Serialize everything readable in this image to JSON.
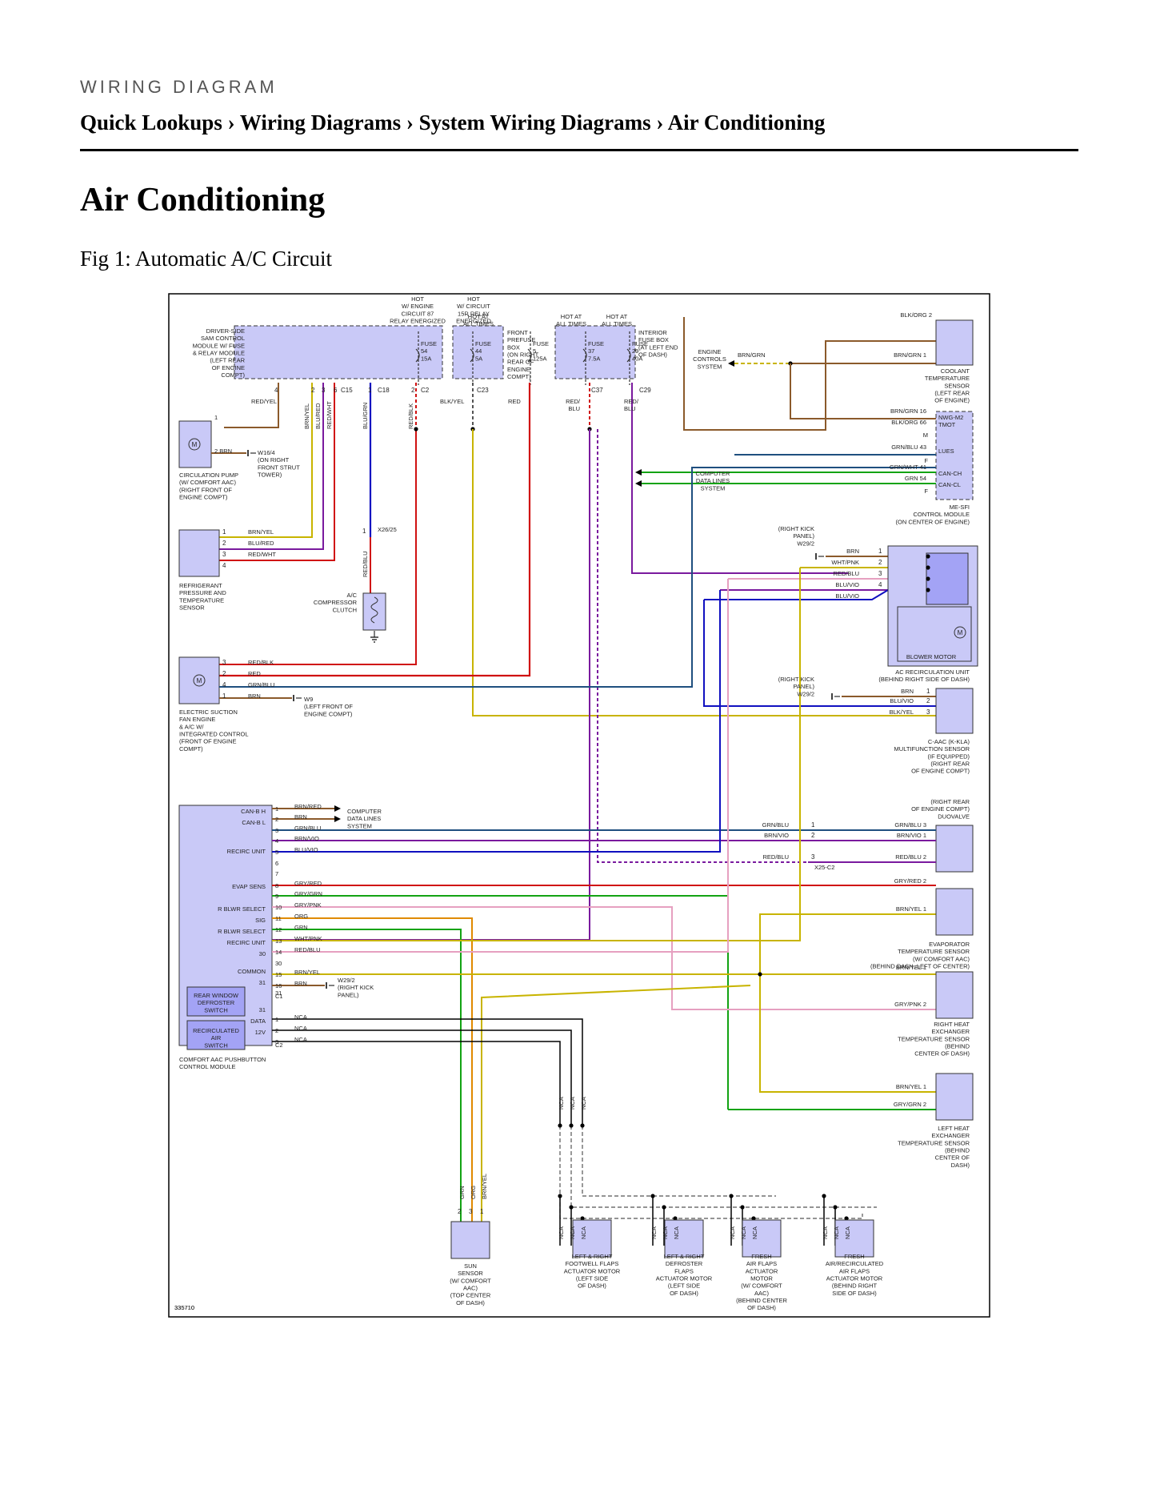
{
  "header": {
    "kicker": "WIRING DIAGRAM",
    "breadcrumb": "Quick Lookups › Wiring Diagrams › System Wiring Diagrams › Air Conditioning"
  },
  "page_title": "Air Conditioning",
  "figure_caption": "Fig 1: Automatic A/C Circuit",
  "diagram": {
    "figure_number": "335710",
    "colors": {
      "module_fill": "#c9c9f7",
      "module_dark": "#a3a3f5",
      "brown": "#8b5a2b",
      "yellow": "#c8b400",
      "red": "#d01010",
      "blue": "#1010c0",
      "violet": "#7a1a9e",
      "green": "#13a313",
      "navy": "#1f4f7f",
      "orange": "#e08a00",
      "pink": "#e6a0c0"
    },
    "labels": {
      "hot1": "HOT\nW/ ENGINE\nCIRCUIT 87\nRELAY ENERGIZED",
      "hot2": "HOT\nW/ CIRCUIT\n15R RELAY\nENERGIZED",
      "hot3": "HOT AT\nALL TIMES",
      "hot4": "HOT AT\nALL TIMES",
      "hot5": "HOT AT\nALL TIMES",
      "sam": "DRIVER-SIDE\nSAM CONTROL\nMODULE W/ FUSE\n& RELAY MODULE\n(LEFT REAR\nOF ENGINE\nCOMPT)",
      "fuse54": "FUSE\n54\n15A",
      "fuse44": "FUSE\n44\n5A",
      "fuse5": "FUSE\n5\n125A",
      "prefuse": "FRONT\nPREFUSE\nBOX\n(ON RIGHT\nREAR OF\nENGINE\nCOMPT)",
      "fuse37": "FUSE\n37\n7.5A",
      "fuse29": "FUSE\n29\n40A",
      "intfuse": "INTERIOR\nFUSE BOX\n(AT LEFT END\nOF DASH)",
      "blkorg2": "BLK/ORG  2",
      "engctl": "ENGINE\nCONTROLS\nSYSTEM",
      "brngrn_a": "BRN/GRN",
      "brngrn_b": "BRN/GRN  1",
      "coolant": "COOLANT\nTEMPERATURE\nSENSOR\n(LEFT REAR\nOF ENGINE)",
      "pin4": "4",
      "pin2": "2",
      "pin3": "3",
      "pin6": "6",
      "c15": "C15",
      "c18": "C18",
      "c2a": "C2",
      "c23": "C23",
      "c37": "C37",
      "c29": "C29",
      "pin1": "1",
      "pin2b": "2",
      "redyel": "RED/YEL",
      "brnyel_v": "BRN/YEL",
      "blured_v": "BLU/RED",
      "redwht_v": "RED/WHT",
      "blugrn_v": "BLU/GRN",
      "redblk_v": "RED/BLK",
      "blkyel": "BLK/YEL",
      "red": "RED",
      "redblu": "RED/\nBLU",
      "redblu2": "RED/\nBLU",
      "brngrn16": "BRN/GRN  16",
      "blkorg66": "BLK/ORG  66",
      "nwg": "NWG-M2\nTMOT",
      "m": "M",
      "grnblu43": "GRN/BLU  43",
      "lues": "LUES",
      "f1": "F",
      "compdata": "COMPUTER\nDATA LINES\nSYSTEM",
      "grnwht41": "GRN/WHT  41",
      "grn54": "GRN  54",
      "canch": "CAN-CH",
      "cancl": "CAN-CL",
      "f2": "F",
      "mesfi": "ME-SFI\nCONTROL MODULE\n(ON CENTER OF ENGINE)",
      "circ1": "1",
      "circ2": "2  BRN",
      "w164": "W16/4\n(ON RIGHT\nFRONT STRUT\nTOWER)",
      "circpump": "CIRCULATION PUMP\n(W/ COMFORT AAC)\n(RIGHT FRONT OF\nENGINE COMPT)",
      "rp1": "1",
      "rp2": "2",
      "rp3": "3",
      "rp4": "4",
      "rp_brnyel": "BRN/YEL",
      "rp_blured": "BLU/RED",
      "rp_redwht": "RED/WHT",
      "refsensor": "REFRIGERANT\nPRESSURE AND\nTEMPERATURE\nSENSOR",
      "x26": "X26/25",
      "x26pin": "1",
      "redblu_v": "RED/BLU",
      "compclutch": "A/C\nCOMPRESSOR\nCLUTCH",
      "rightkick1": "(RIGHT KICK\nPANEL)\nW29/2",
      "bw_brn": "BRN",
      "bw_whtpnk": "WHT/PNK",
      "bw_redblu": "RED/BLU",
      "bw_bluvio": "BLU/VIO",
      "bw_bluvio2": "BLU/VIO",
      "bw1": "1",
      "bw2": "2",
      "bw3": "3",
      "bw4": "4",
      "blower": "BLOWER MOTOR",
      "acrecirc": "AC RECIRCULATION UNIT\n(BEHIND RIGHT SIDE OF DASH)",
      "ef3": "3",
      "ef2": "2",
      "ef4": "4",
      "ef1": "1",
      "ef_redblk": "RED/BLK",
      "ef_red": "RED",
      "ef_grnblu": "GRN/BLU",
      "ef_brn": "BRN",
      "w9": "W9\n(LEFT FRONT OF\nENGINE COMPT)",
      "efan": "ELECTRIC SUCTION\nFAN ENGINE\n& A/C W/\nINTEGRATED CONTROL\n(FRONT OF ENGINE\nCOMPT)",
      "rightkick2": "(RIGHT KICK\nPANEL)\nW29/2",
      "cc_brn": "BRN",
      "cc_bluvio": "BLU/VIO",
      "cc_blkyel": "BLK/YEL",
      "cc1": "1",
      "cc2": "2",
      "cc3": "3",
      "caac": "C-AAC (K-KLA)\nMULTIFUNCTION SENSOR\n(IF EQUIPPED)\n(RIGHT REAR\nOF ENGINE COMPT)",
      "duovalve": "(RIGHT REAR\nOF ENGINE COMPT)\nDUOVALVE",
      "cm_canbh": "CAN-B H",
      "cm_canbl": "CAN-B L",
      "cm_recirc": "RECIRC UNIT",
      "cm_evap": "EVAP SENS",
      "cm_rblwr": "R BLWR SELECT",
      "cm_sig": "SIG",
      "cm_rblwr2": "R BLWR SELECT",
      "cm_recirc2": "RECIRC UNIT",
      "cm_30": "30",
      "cm_common": "COMMON",
      "cm_31": "31",
      "cm_31b": "31",
      "cm_data": "DATA",
      "cm_12v": "12V",
      "rearwin": "REAR WINDOW\nDEFROSTER\nSWITCH",
      "recircsw": "RECIRCULATED\nAIR\nSWITCH",
      "cm_name": "COMFORT AAC PUSHBUTTON\nCONTROL MODULE",
      "cm_pins": [
        "1",
        "2",
        "3",
        "4",
        "5",
        "6",
        "7",
        "8",
        "9",
        "10",
        "11",
        "12",
        "13",
        "14",
        "30",
        "15",
        "16",
        "31",
        "1",
        "2",
        "3"
      ],
      "cm_wires": [
        "BRN/RED",
        "BRN",
        "GRN/BLU",
        "BRN/VIO",
        "BLU/VIO",
        "",
        "",
        "GRY/RED",
        "GRY/GRN",
        "GRY/PNK",
        "ORG",
        "GRN",
        "WHT/PNK",
        "RED/BLU",
        "",
        "BRN/YEL",
        "BRN",
        "",
        "NCA",
        "NCA",
        "NCA"
      ],
      "c1": "C1",
      "c2b": "C2",
      "w292b": "W29/2\n(RIGHT KICK\nPANEL)",
      "compdata2": "COMPUTER\nDATA LINES\nSYSTEM",
      "dv_grnblu": "GRN/BLU",
      "dv_brnvio": "BRN/VIO",
      "dv_redblu": "RED/BLU",
      "dv1": "1",
      "dv2": "2",
      "dv3": "3",
      "dv_grnblu3": "GRN/BLU  3",
      "dv_brnvio1": "BRN/VIO  1",
      "dv_redblu2": "RED/BLU  2",
      "x25": "X25-C2",
      "ev_gryred": "GRY/RED  2",
      "ev_brnyel": "BRN/YEL  1",
      "evap": "EVAPORATOR\nTEMPERATURE SENSOR\n(W/ COMFORT AAC)\n(BEHIND DASH, LEFT OF CENTER)",
      "rh_brnyel": "BRN/YEL  1",
      "rh_grypnk": "GRY/PNK  2",
      "rhex": "RIGHT HEAT\nEXCHANGER\nTEMPERATURE SENSOR\n(BEHIND\nCENTER OF DASH)",
      "lh_brnyel": "BRN/YEL  1",
      "lh_grygrn": "GRY/GRN  2",
      "lhex": "LEFT HEAT\nEXCHANGER\nTEMPERATURE SENSOR\n(BEHIND\nCENTER OF\nDASH)",
      "nca": "NCA",
      "sun_grn": "GRN",
      "sun_org": "ORG",
      "sun_brnyel": "BRN/YEL",
      "sun2": "2",
      "sun3": "3",
      "sun1": "1",
      "sun": "SUN\nSENSOR\n(W/ COMFORT\nAAC)\n(TOP CENTER\nOF DASH)",
      "footwell": "LEFT & RIGHT\nFOOTWELL FLAPS\nACTUATOR MOTOR\n(LEFT SIDE\nOF DASH)",
      "defrost": "LEFT & RIGHT\nDEFROSTER\nFLAPS\nACTUATOR MOTOR\n(LEFT SIDE\nOF DASH)",
      "fresh": "FRESH\nAIR FLAPS\nACTUATOR\nMOTOR\n(W/ COMFORT\nAAC)\n(BEHIND CENTER\nOF DASH)",
      "freshrecirc": "FRESH\nAIR/RECIRCULATED\nAIR FLAPS\nACTUATOR MOTOR\n(BEHIND RIGHT\nSIDE OF DASH)",
      "motor_m": "M"
    }
  }
}
